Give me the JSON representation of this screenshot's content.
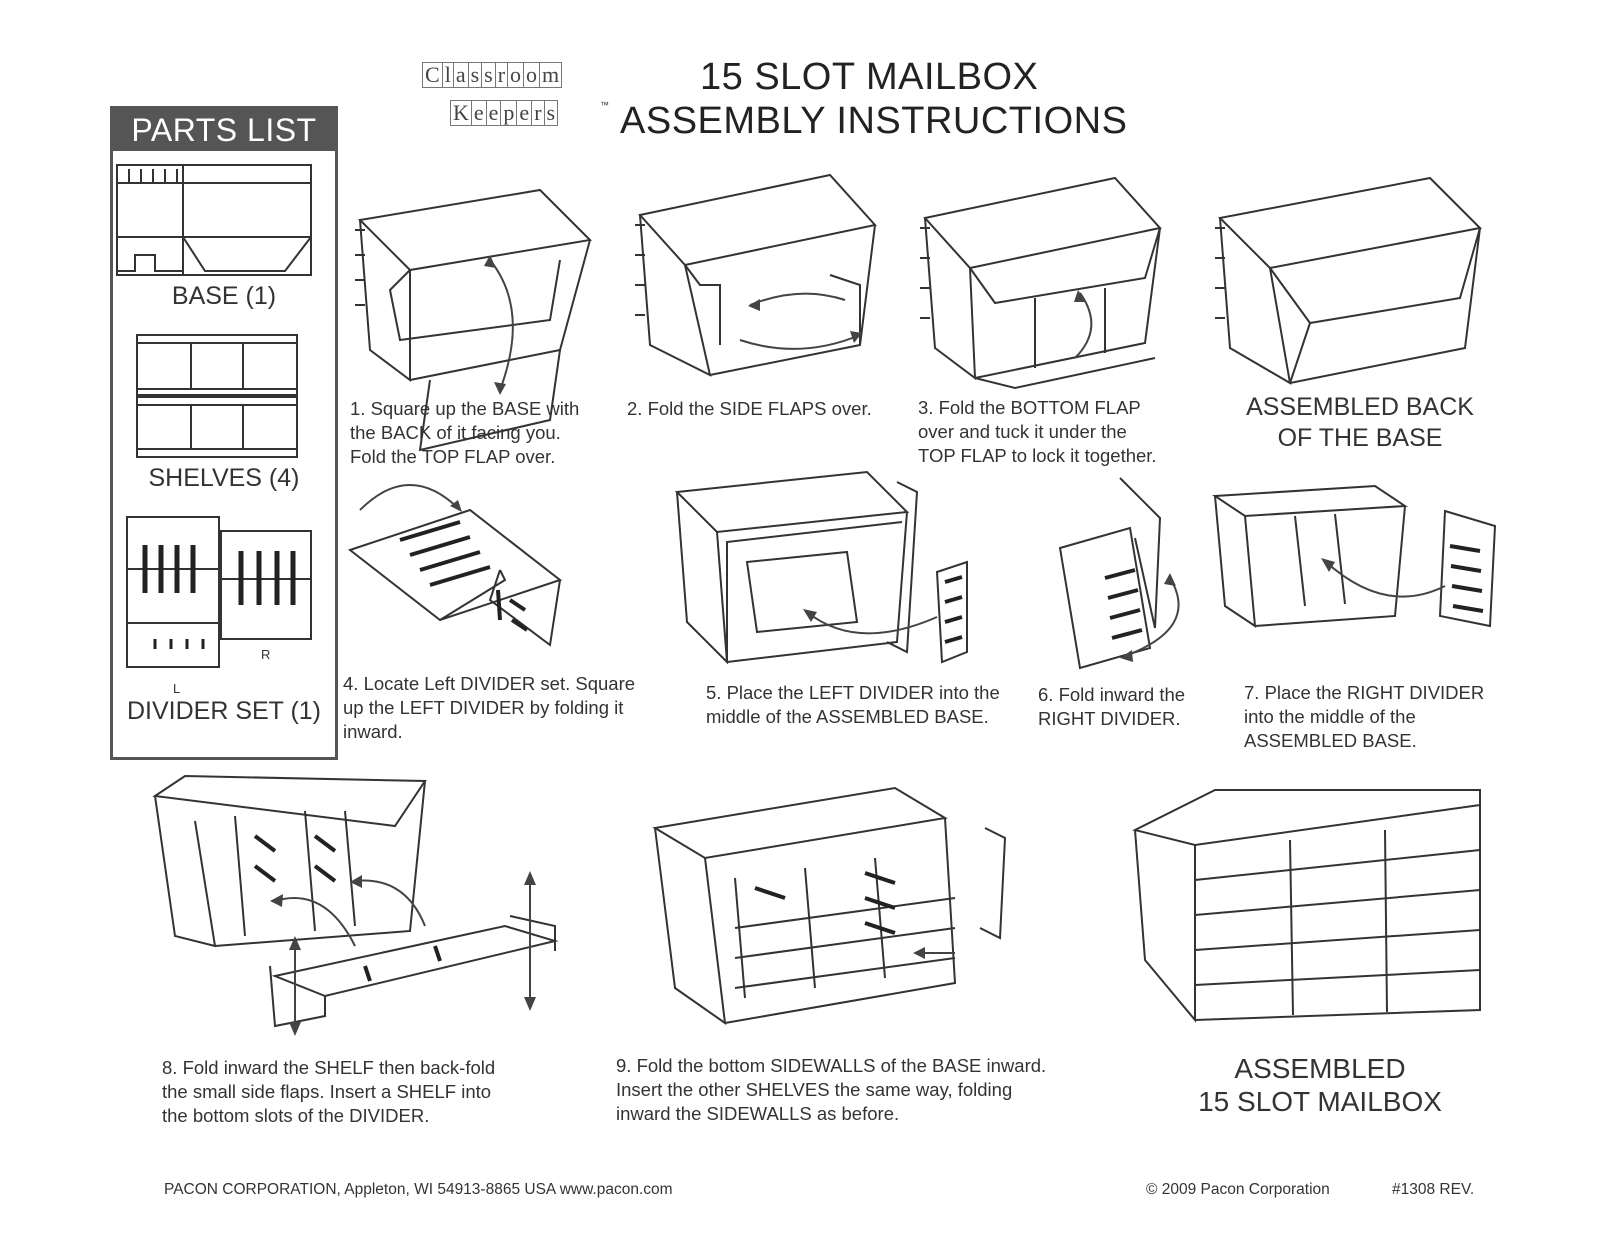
{
  "logo": {
    "row1": [
      "C",
      "l",
      "a",
      "s",
      "s",
      "r",
      "o",
      "o",
      "m"
    ],
    "row2": [
      "K",
      "e",
      "e",
      "p",
      "e",
      "r",
      "s"
    ],
    "tm": "™"
  },
  "title": {
    "line1": "15 SLOT MAILBOX",
    "line2": "ASSEMBLY INSTRUCTIONS"
  },
  "parts_list": {
    "heading": "PARTS LIST",
    "base": "BASE (1)",
    "shelves": "SHELVES (4)",
    "divider": "DIVIDER SET (1)",
    "divider_left_mark": "L",
    "divider_right_mark": "R"
  },
  "steps": {
    "s1": "1.  Square up the BASE with\n     the BACK of it facing you.\n     Fold the TOP FLAP over.",
    "s2": "2.  Fold the SIDE FLAPS over.",
    "s3": "3.  Fold the BOTTOM FLAP\n     over and tuck it under the\n     TOP FLAP to lock it together.",
    "assembled_back": "ASSEMBLED BACK\nOF THE BASE",
    "s4": "4. Locate Left DIVIDER set. Square\nup the LEFT DIVIDER by folding it\ninward.",
    "s5": "5. Place the LEFT DIVIDER into the\n    middle of the ASSEMBLED BASE.",
    "s6": "6. Fold inward the\n    RIGHT DIVIDER.",
    "s7": "7. Place the  RIGHT DIVIDER\ninto the middle of the\nASSEMBLED BASE.",
    "s8": "8.  Fold inward the SHELF then back-fold\n     the small side flaps.  Insert a SHELF into\n     the bottom slots of the DIVIDER.",
    "s9": "9. Fold the bottom SIDEWALLS of the BASE inward.\n    Insert the other SHELVES the same way, folding\n    inward the SIDEWALLS as before.",
    "assembled_final": "ASSEMBLED\n15 SLOT MAILBOX"
  },
  "footer": {
    "company": "PACON CORPORATION, Appleton,  WI 54913-8865 USA   www.pacon.com",
    "copyright": "© 2009 Pacon Corporation",
    "code": "#1308 REV."
  }
}
